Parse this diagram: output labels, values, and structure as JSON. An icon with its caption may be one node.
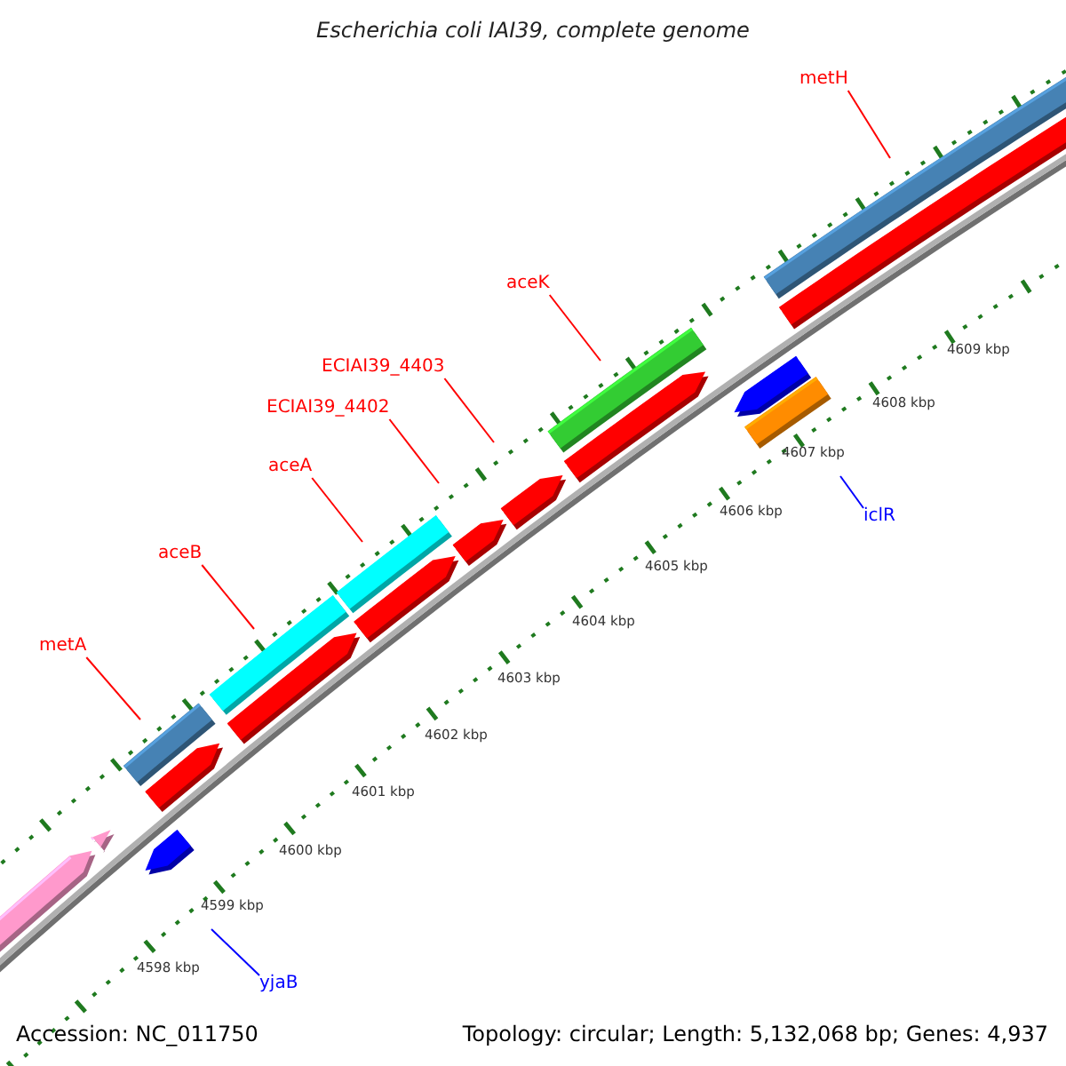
{
  "diagram": {
    "title": "Escherichia coli IAI39, complete genome",
    "nodes": [
      {
        "text": [
          "metH"
        ]
      },
      {
        "text": [
          "aceK"
        ]
      },
      {
        "text": [
          "ECIAI39_4403"
        ]
      },
      {
        "text": [
          "ECIAI39_4402"
        ]
      },
      {
        "text": [
          "aceA"
        ]
      },
      {
        "text": [
          "iclR"
        ]
      },
      {
        "text": [
          "aceB"
        ]
      },
      {
        "text": [
          "metA"
        ]
      },
      {
        "text": [
          "yjaB"
        ]
      }
    ],
    "edges": [
      {
        "from": 0,
        "to": null,
        "arrow": "none"
      },
      {
        "from": 1,
        "to": null,
        "arrow": "none"
      },
      {
        "from": 2,
        "to": null,
        "arrow": "none"
      },
      {
        "from": 3,
        "to": null,
        "arrow": "none"
      },
      {
        "from": 4,
        "to": null,
        "arrow": "none"
      },
      {
        "from": 5,
        "to": null,
        "arrow": "none",
        "color": "#0000ff"
      },
      {
        "from": 6,
        "to": null,
        "arrow": "none"
      },
      {
        "from": 7,
        "to": null,
        "arrow": "none"
      },
      {
        "from": 8,
        "to": null,
        "arrow": "none",
        "color": "#0000ff"
      }
    ],
    "labels": [
      "4609 kbp",
      "4608 kbp",
      "4607 kbp",
      "4606 kbp",
      "4605 kbp",
      "4604 kbp",
      "4603 kbp",
      "4602 kbp",
      "4601 kbp",
      "4600 kbp",
      "4599 kbp",
      "4598 kbp",
      "Accession: NC_011750",
      "Topology: circular; Length: 5,132,068 bp; Genes: 4,937"
    ]
  }
}
